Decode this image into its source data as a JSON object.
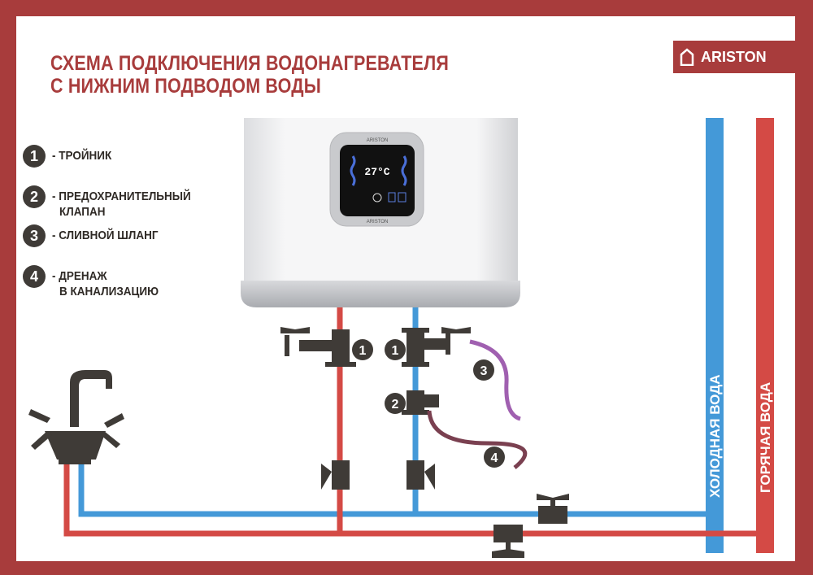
{
  "title": {
    "line1": "СХЕМА ПОДКЛЮЧЕНИЯ ВОДОНАГРЕВАТЕЛЯ",
    "line2": "С НИЖНИМ ПОДВОДОМ ВОДЫ"
  },
  "logo": {
    "text": "ARISTON",
    "icon": "house-icon"
  },
  "legend": [
    {
      "num": "1",
      "text": "- ТРОЙНИК"
    },
    {
      "num": "2",
      "text": "- ПРЕДОХРАНИТЕЛЬНЫЙ",
      "text2": "КЛАПАН"
    },
    {
      "num": "3",
      "text": "- СЛИВНОЙ ШЛАНГ"
    },
    {
      "num": "4",
      "text": "- ДРЕНАЖ",
      "text2": "В КАНАЛИЗАЦИЮ"
    }
  ],
  "heater": {
    "brand": "ARISTON",
    "temperature": "27°C"
  },
  "pipes": {
    "cold_label": "ХОЛОДНАЯ ВОДА",
    "hot_label": "ГОРЯЧАЯ ВОДА"
  },
  "markers": [
    "1",
    "1",
    "2",
    "3",
    "4"
  ],
  "colors": {
    "frame": "#a83c3c",
    "cold": "#4499d8",
    "hot": "#d44a45",
    "fitting": "#3f3b37",
    "hose3": "#a060b0",
    "hose4": "#7a4050"
  }
}
